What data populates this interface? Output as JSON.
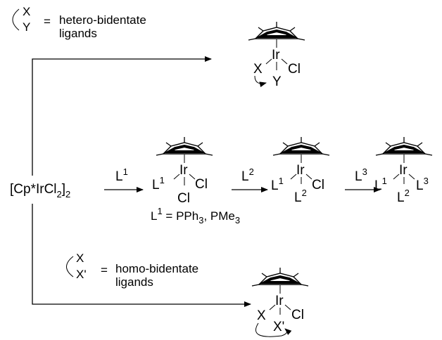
{
  "precursor": {
    "open": "[Cp*IrCl",
    "sub1": "2",
    "close": "]",
    "sub2": "2"
  },
  "top_legend": {
    "x": "X",
    "y": "Y",
    "eq": "=",
    "line1": "hetero-bidentate",
    "line2": "ligands"
  },
  "bottom_legend": {
    "x": "X",
    "y": "X'",
    "eq": "=",
    "line1": "homo-bidentate",
    "line2": "ligands"
  },
  "steps": {
    "l1": {
      "base": "L",
      "sup": "1"
    },
    "l2": {
      "base": "L",
      "sup": "2"
    },
    "l3": {
      "base": "L",
      "sup": "3"
    }
  },
  "atoms": {
    "metal": "Ir",
    "cl": "Cl",
    "l": "L",
    "x": "X",
    "y": "Y",
    "xp": "X'",
    "one": "1",
    "two": "2",
    "three": "3"
  },
  "condition": {
    "l": "L",
    "sup": "1",
    "text": " = PPh",
    "sub1": "3",
    "text2": ", PMe",
    "sub2": "3"
  },
  "colors": {
    "ink": "#000000",
    "background": "#ffffff"
  }
}
